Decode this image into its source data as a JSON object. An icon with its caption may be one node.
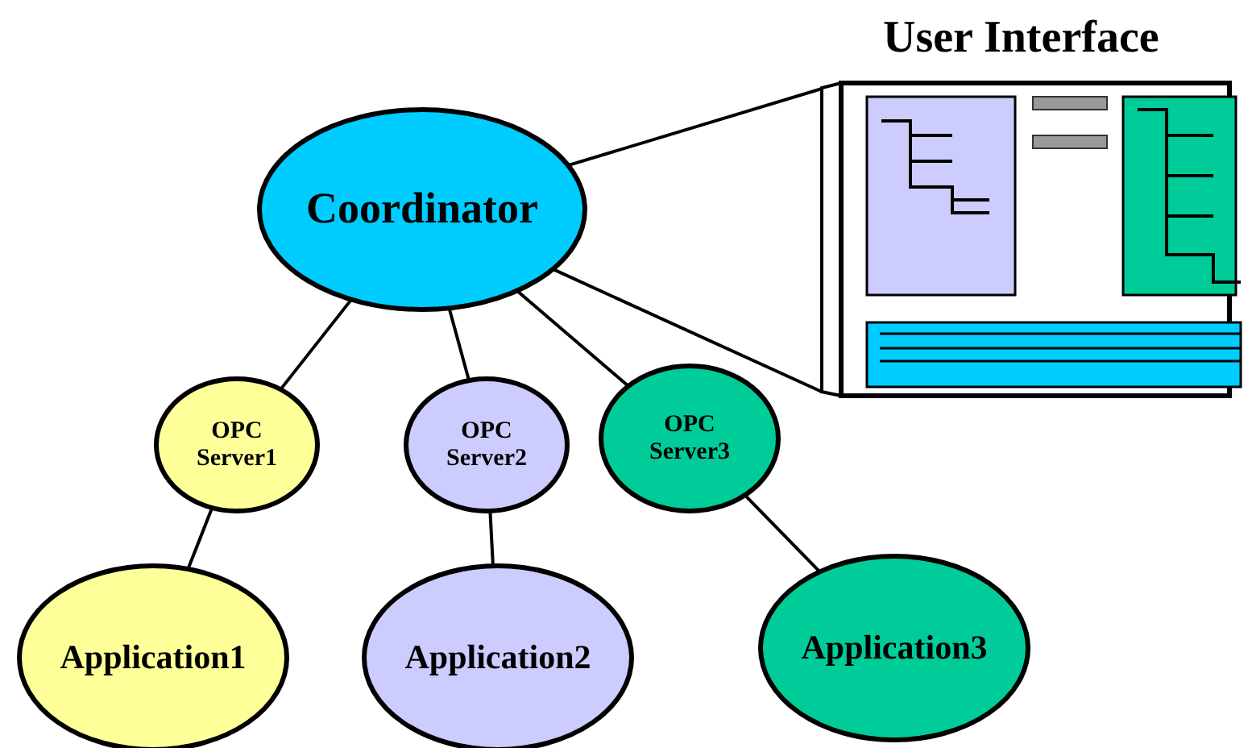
{
  "diagram": {
    "nodes": [
      {
        "text": [
          "Coordinator"
        ]
      },
      {
        "text": [
          "User Interface"
        ]
      },
      {
        "text": [
          "OPC Server1"
        ]
      },
      {
        "text": [
          "OPC Server2"
        ]
      },
      {
        "text": [
          "OPC Server3"
        ]
      },
      {
        "text": [
          "Application1"
        ]
      },
      {
        "text": [
          "Application2"
        ]
      },
      {
        "text": [
          "Application3"
        ]
      }
    ],
    "edges": [
      {
        "from": 0,
        "to": 1,
        "arrow": "none"
      },
      {
        "from": 0,
        "to": 1,
        "arrow": "none"
      },
      {
        "from": 0,
        "to": 2,
        "arrow": "none"
      },
      {
        "from": 0,
        "to": 3,
        "arrow": "none"
      },
      {
        "from": 0,
        "to": 4,
        "arrow": "none"
      },
      {
        "from": 2,
        "to": 5,
        "arrow": "none"
      },
      {
        "from": 3,
        "to": 6,
        "arrow": "none"
      },
      {
        "from": 4,
        "to": 7,
        "arrow": "none"
      }
    ]
  }
}
